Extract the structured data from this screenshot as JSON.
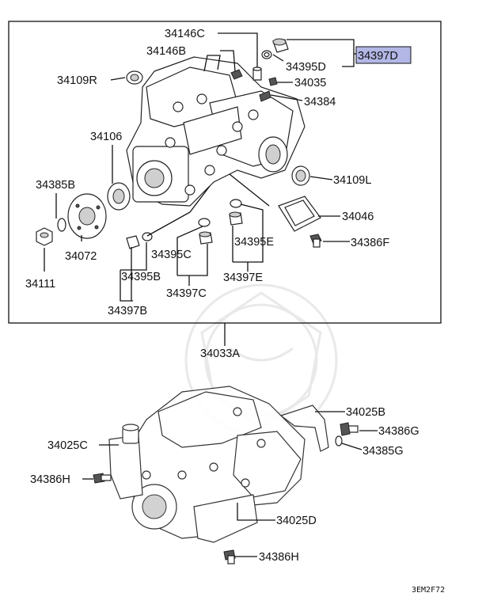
{
  "diagram": {
    "footer_code": "3EM2F72",
    "highlighted_part": "34397D",
    "highlight_color": "#b3b7e6",
    "parts": {
      "p34146C": "34146C",
      "p34146B": "34146B",
      "p34395D": "34395D",
      "p34397D": "34397D",
      "p34109R": "34109R",
      "p34035": "34035",
      "p34384": "34384",
      "p34106": "34106",
      "p34109L": "34109L",
      "p34385B": "34385B",
      "p34046": "34046",
      "p34072": "34072",
      "p34395C": "34395C",
      "p34395E": "34395E",
      "p34386F": "34386F",
      "p34395B": "34395B",
      "p34111": "34111",
      "p34397C": "34397C",
      "p34397E": "34397E",
      "p34397B": "34397B",
      "p34033A": "34033A",
      "p34025B": "34025B",
      "p34386G": "34386G",
      "p34025C": "34025C",
      "p34385G": "34385G",
      "p34386H_left": "34386H",
      "p34025D": "34025D",
      "p34386H_bottom": "34386H"
    }
  }
}
